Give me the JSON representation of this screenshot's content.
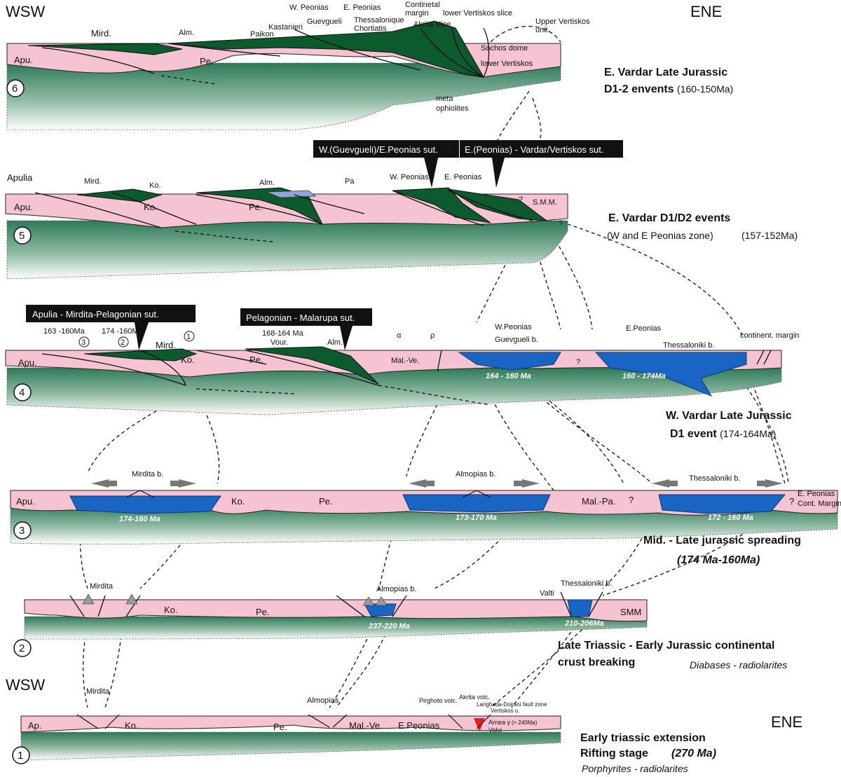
{
  "orientation": {
    "west": "WSW",
    "east": "ENE"
  },
  "colors": {
    "continental_crust": "#f6c3d3",
    "mantle_top": "#2e7a57",
    "mantle_bottom": "#ffffff",
    "oceanic_crust": "#1a64c4",
    "ophiolite": "#0d5a2e",
    "suture_box": "#111111"
  },
  "stages": [
    {
      "number": "6",
      "labels": {
        "mird": "Mird.",
        "apu": "Apu.",
        "alm": "Alm.",
        "pe": "Pe.",
        "paikon": "Paikon",
        "kastanieri": "Kastanieri",
        "guevgueli": "Guevgueli",
        "w_peonias": "W. Peonias",
        "e_peonias": "E. Peonias",
        "thessalonique": "Thessalonique",
        "chortiatis": "Chortiatis",
        "continental_margin_1": "Continetal",
        "continental_margin_2": "margin",
        "akrita": "Akrita slice",
        "lower_vertiskos_slice": "lower Vertiskos slice",
        "upper_vertiskos_1": "Upper Vertiskos",
        "upper_vertiskos_2": "unit",
        "sochos": "Sochos dome",
        "lower_vertiskos": "lower Vertiskos",
        "meta_ophiolites_1": "meta",
        "meta_ophiolites_2": "ophiolites"
      },
      "caption": {
        "title": "E. Vardar Late  Jurassic",
        "sub_bold": "D1-2 envents",
        "sub_normal": "(160-150Ma)"
      }
    },
    {
      "number": "5",
      "sutures": [
        "W.(Guevgueli)/E.Peonias sut.",
        "E.(Peonias) - Vardar/Vertiskos sut."
      ],
      "labels": {
        "apulia": "Apulia",
        "mird": "Mird.",
        "ko_top": "Ko.",
        "apu": "Apu.",
        "ko": "Ko.",
        "alm": "Alm.",
        "pe": "Pe.",
        "pa": "Pa",
        "w_peonias": "W. Peonias",
        "e_peonias": "E. Peonias",
        "q1": "?",
        "smm": "S.M.M.",
        "q2": "?"
      },
      "caption": {
        "title": "E. Vardar D1/D2 events",
        "sub_left": "(W and E Peonias zone)",
        "sub_right": "(157-152Ma)"
      }
    },
    {
      "number": "4",
      "sutures": [
        "Apulia - Mirdita-Pelagonian sut.",
        "Pelagonian - Malarupa sut."
      ],
      "labels": {
        "age_163": "163 -160Ma",
        "age_174": "174 -160Ma",
        "n3": "3",
        "n2": "2",
        "n1": "1",
        "mird": "Mird.",
        "age_168": "168-164 Ma",
        "vour": "Vour.",
        "alm": "Alm.",
        "alpha": "α",
        "rho": "ρ",
        "apu": "Apu.",
        "ko": "Ko.",
        "pe": "Pe.",
        "malve": "Mal.-Ve.",
        "w_peonias": "W.Peonias",
        "guevgueli_b": "Guevgueli b.",
        "q": "?",
        "e_peonias": "E.Peonias",
        "thessaloniki_b": "Thessaloniki b.",
        "cont_margin": "continent. margin",
        "age_a": "164 - 160 Ma",
        "age_b": "160 - 174Ma"
      },
      "caption": {
        "title": "W. Vardar Late Jurassic",
        "sub_bold": "D1 event",
        "sub_normal": "(174-164Ma)"
      }
    },
    {
      "number": "3",
      "labels": {
        "mirdita_b": "Mirdita b.",
        "almopias_b": "Almopias b.",
        "thessaloniki_b": "Thessaloniki b.",
        "apu": "Apu.",
        "ko": "Ko.",
        "pe": "Pe.",
        "malpa": "Mal.-Pa.",
        "q1": "?",
        "q2": "?",
        "e_peonias_1": "E. Peonias",
        "e_peonias_2": "Cont. Margin",
        "age_a": "174-160 Ma",
        "age_b": "173-170 Ma",
        "age_c": "172 - 160 Ma"
      },
      "caption": {
        "title": "Mid. - Late jurassic spreading",
        "sub": "(174 Ma-160Ma)"
      }
    },
    {
      "number": "2",
      "labels": {
        "mirdita": "Mirdita",
        "almopias_b": "Almopias b.",
        "thessaloniki_b": "Thessaloniki b.",
        "valti": "Valti",
        "ko": "Ko.",
        "pe": "Pe.",
        "smm": "SMM",
        "age_a": "237-220 Ma",
        "age_b": "210-206Ma"
      },
      "caption": {
        "title_1": "Late Triassic - Early Jurassic continental",
        "title_2": "crust breaking",
        "sub": "Diabases - radiolarites"
      }
    },
    {
      "number": "1",
      "labels": {
        "wsw": "WSW",
        "ene": "ENE",
        "mirdita": "Mirdita",
        "almopias": "Almopias",
        "pirghoto": "Pirghoto volc.",
        "akrita": "Akrita volc.",
        "langhada": "Langhada-Doirani fault zone",
        "vertiskos_u": "Vertiskos u.",
        "ap": "Ap.",
        "ko": "Ko.",
        "pe": "Pe.",
        "malve": "Mal.-Ve.",
        "e_peonias": "E.Peonias",
        "arnea": "Arnea γ",
        "arnea_age": "(≈ 240Ma)",
        "volvi": "Volvi"
      },
      "caption": {
        "title_1": "Early triassic  extension",
        "title_2": "Rifting stage",
        "age": "(270 Ma)",
        "sub": "Porphyrites  -  radiolarites"
      }
    }
  ]
}
